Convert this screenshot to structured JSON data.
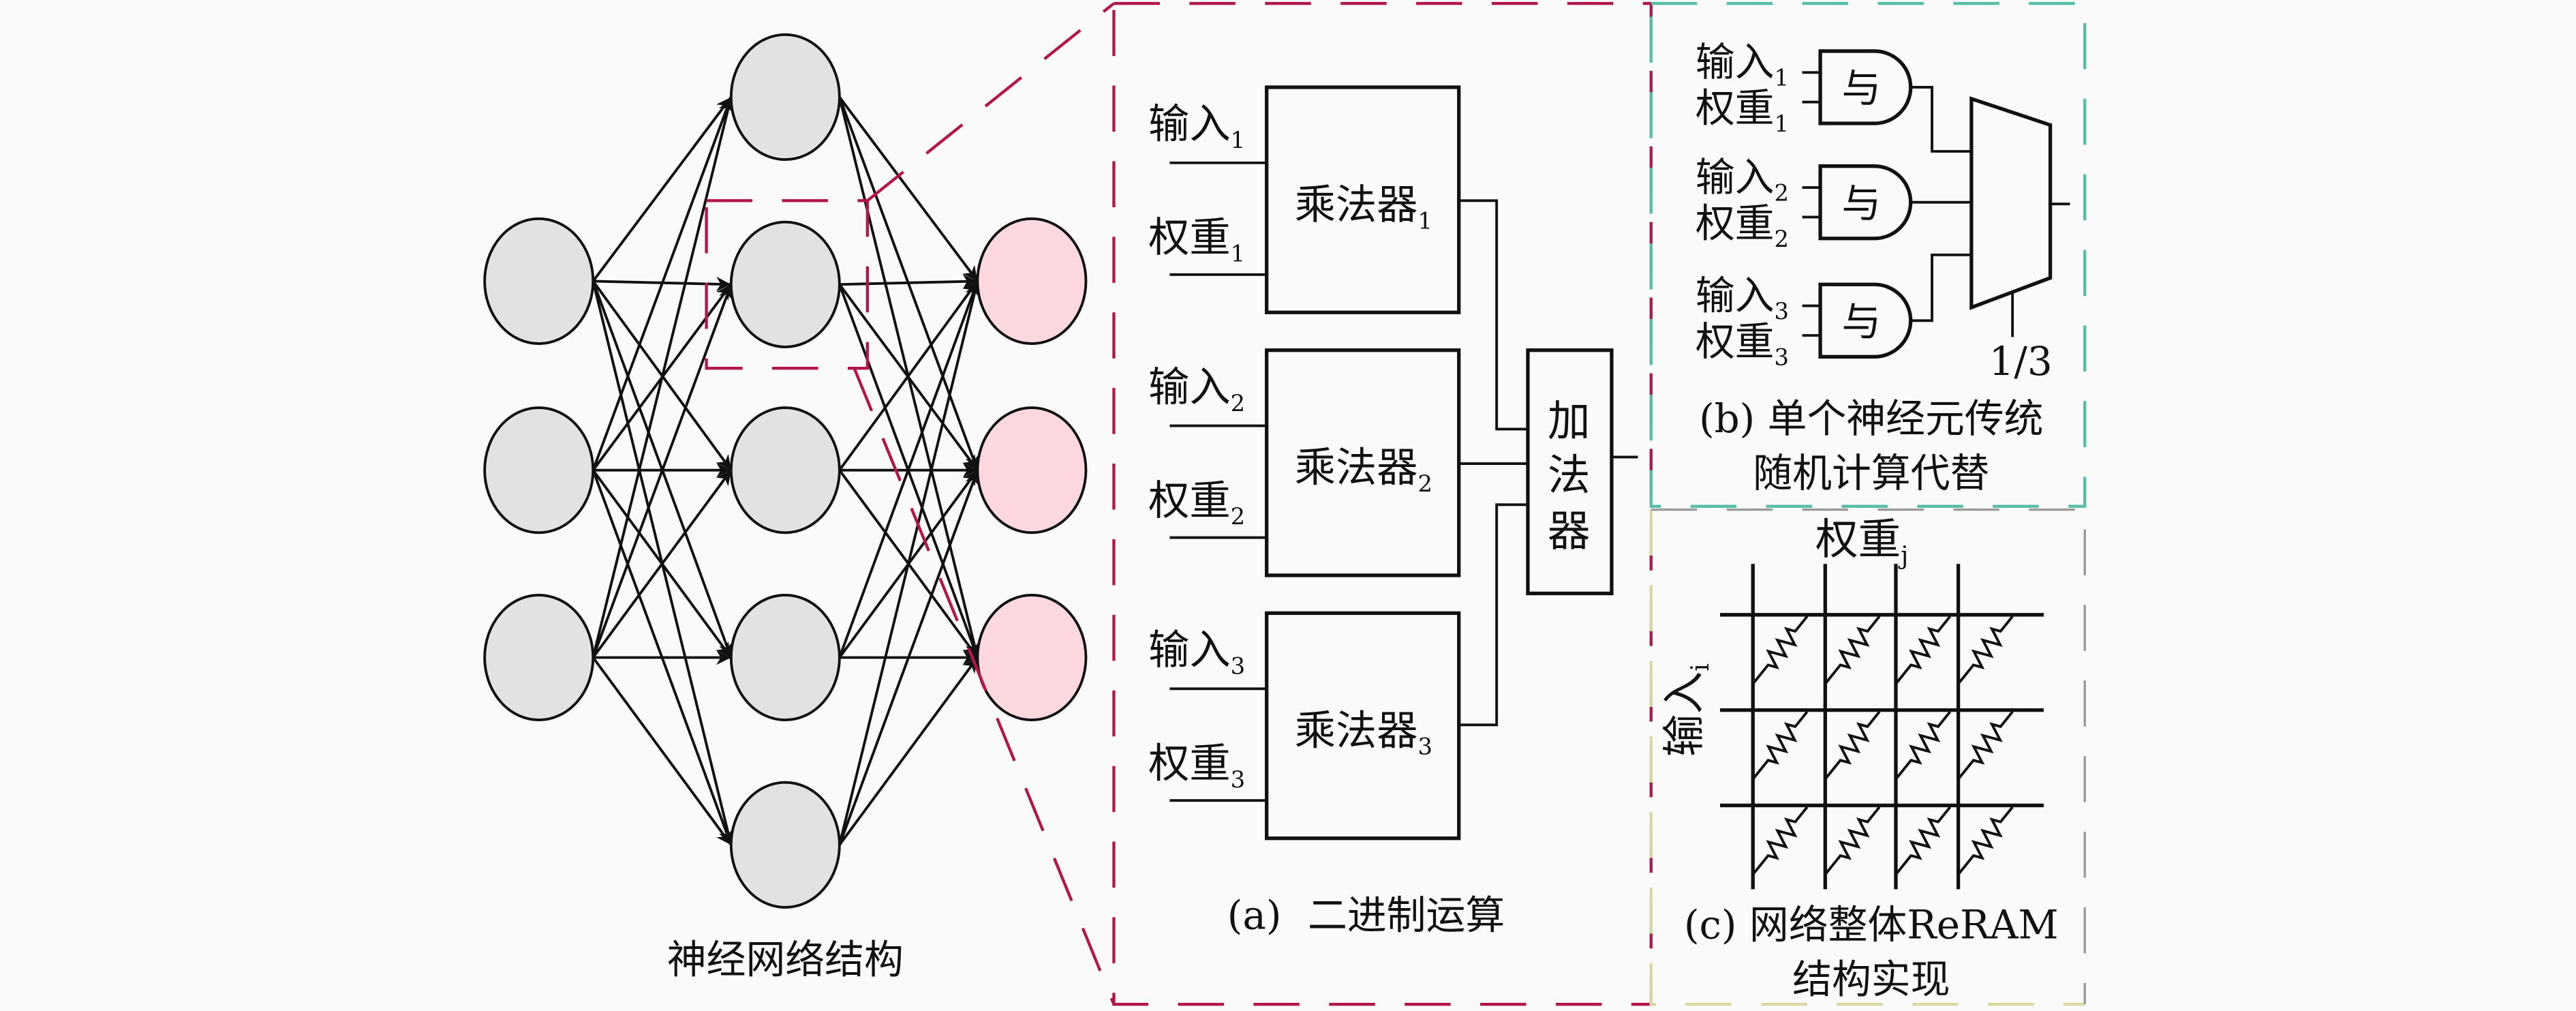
{
  "colors": {
    "hidden_node": "#e2e2e2",
    "output_node": "#fdd9df",
    "zoom_dash": "#b3164a",
    "panel_b_dash": "#55bfa6",
    "panel_c_dash_left": "#d9d9a0",
    "panel_c_dash_right": "#9a9a9a",
    "line": "#111111"
  },
  "network": {
    "caption": "神经网络结构",
    "layers": [
      3,
      5,
      3
    ]
  },
  "panel_a": {
    "rows": [
      {
        "input": "输入",
        "input_sub": "1",
        "weight": "权重",
        "weight_sub": "1",
        "multiplier": "乘法器",
        "multiplier_sub": "1"
      },
      {
        "input": "输入",
        "input_sub": "2",
        "weight": "权重",
        "weight_sub": "2",
        "multiplier": "乘法器",
        "multiplier_sub": "2"
      },
      {
        "input": "输入",
        "input_sub": "3",
        "weight": "权重",
        "weight_sub": "3",
        "multiplier": "乘法器",
        "multiplier_sub": "3"
      }
    ],
    "adder_chars": [
      "加",
      "法",
      "器"
    ],
    "caption_tag": "(a)",
    "caption": "二进制运算"
  },
  "panel_b": {
    "rows": [
      {
        "input": "输入",
        "input_sub": "1",
        "weight": "权重",
        "weight_sub": "1"
      },
      {
        "input": "输入",
        "input_sub": "2",
        "weight": "权重",
        "weight_sub": "2"
      },
      {
        "input": "输入",
        "input_sub": "3",
        "weight": "权重",
        "weight_sub": "3"
      }
    ],
    "gate_label": "与",
    "select_label": "1/3",
    "caption_line1": "(b) 单个神经元传统",
    "caption_line2": "随机计算代替"
  },
  "panel_c": {
    "weight_label": "权重",
    "weight_sub": "j",
    "input_label": "输入",
    "input_sub": "i",
    "grid_rows": 3,
    "grid_cols": 4,
    "caption_line1": "(c) 网络整体ReRAM",
    "caption_line2": "结构实现"
  }
}
